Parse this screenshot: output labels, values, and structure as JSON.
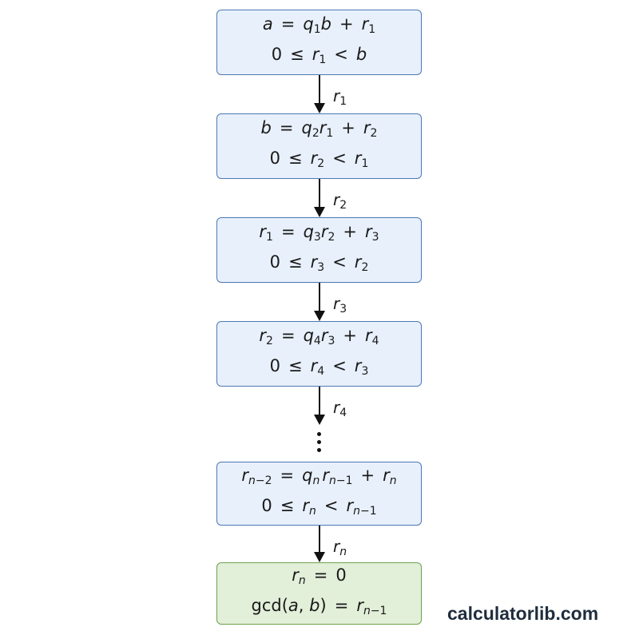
{
  "steps": [
    {
      "eq": "a = q₁b + r₁",
      "bound": "0 ≤ r₁ < b"
    },
    {
      "eq": "b = q₂r₁ + r₂",
      "bound": "0 ≤ r₂ < r₁"
    },
    {
      "eq": "r₁ = q₃r₂ + r₃",
      "bound": "0 ≤ r₃ < r₂"
    },
    {
      "eq": "r₂ = q₄r₃ + r₄",
      "bound": "0 ≤ r₄ < r₃"
    },
    {
      "eq": "rₙ₋₂ = qₙrₙ₋₁ + rₙ",
      "bound": "0 ≤ rₙ < rₙ₋₁"
    }
  ],
  "final": {
    "eq": "rₙ = 0",
    "result": "gcd(a, b) = rₙ₋₁"
  },
  "arrow_labels": [
    "r₁",
    "r₂",
    "r₃",
    "r₄",
    "rₙ"
  ],
  "ellipsis": "⋮",
  "watermark": "calculatorlib.com",
  "colors": {
    "step_fill": "#e8f0fb",
    "step_border": "#4d78b5",
    "final_fill": "#e2efd9",
    "final_border": "#6ea14e"
  }
}
